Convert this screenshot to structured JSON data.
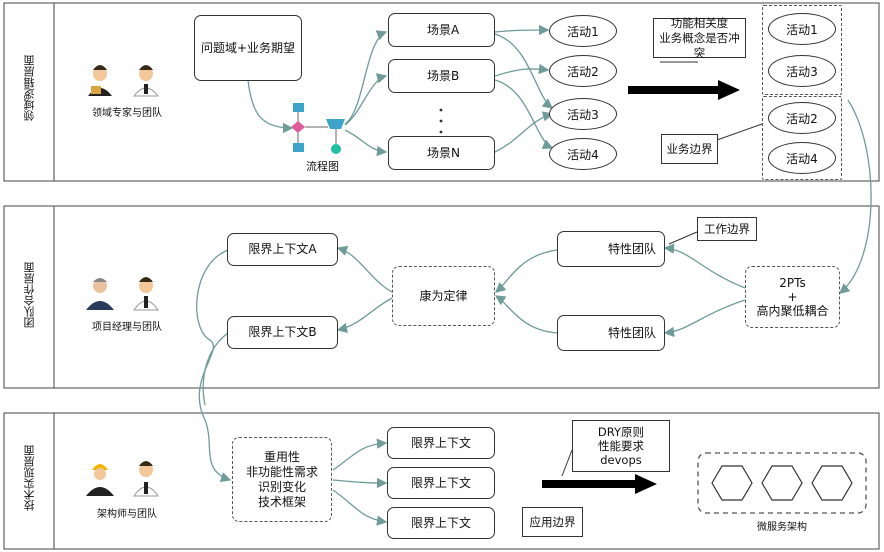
{
  "layers": [
    {
      "label": "领域逻辑层面",
      "group_caption": "领域专家与团队"
    },
    {
      "label": "团队合作层面",
      "group_caption": "项目经理与团队"
    },
    {
      "label": "技术实现层面",
      "group_caption": "架构师与团队"
    }
  ],
  "domain_layer": {
    "problem_box": "问题域+业务期望",
    "flowchart_caption": "流程图",
    "scenarios": [
      "场景A",
      "场景B",
      "场景N"
    ],
    "activities": [
      "活动1",
      "活动2",
      "活动3",
      "活动4"
    ],
    "relevance_note": [
      "功能相关度",
      "业务概念是否冲突"
    ],
    "group1": [
      "活动1",
      "活动3"
    ],
    "group2": [
      "活动2",
      "活动4"
    ],
    "boundary_label": "业务边界"
  },
  "team_layer": {
    "context_a": "限界上下文A",
    "context_b": "限界上下文B",
    "law": "康为定律",
    "feature_team_1": "特性团队",
    "feature_team_2": "特性团队",
    "work_boundary": "工作边界",
    "principle": [
      "2PTs",
      "+",
      "高内聚低耦合"
    ]
  },
  "tech_layer": {
    "concerns": [
      "重用性",
      "非功能性需求",
      "识别变化",
      "技术框架"
    ],
    "contexts": [
      "限界上下文",
      "限界上下文",
      "限界上下文"
    ],
    "app_boundary": "应用边界",
    "requirements": [
      "DRY原则",
      "性能要求",
      "devops"
    ],
    "microservice_caption": "微服务架构"
  },
  "colors": {
    "arrow": "#6f9b99",
    "big_arrow": "#000000",
    "border": "#333333"
  }
}
